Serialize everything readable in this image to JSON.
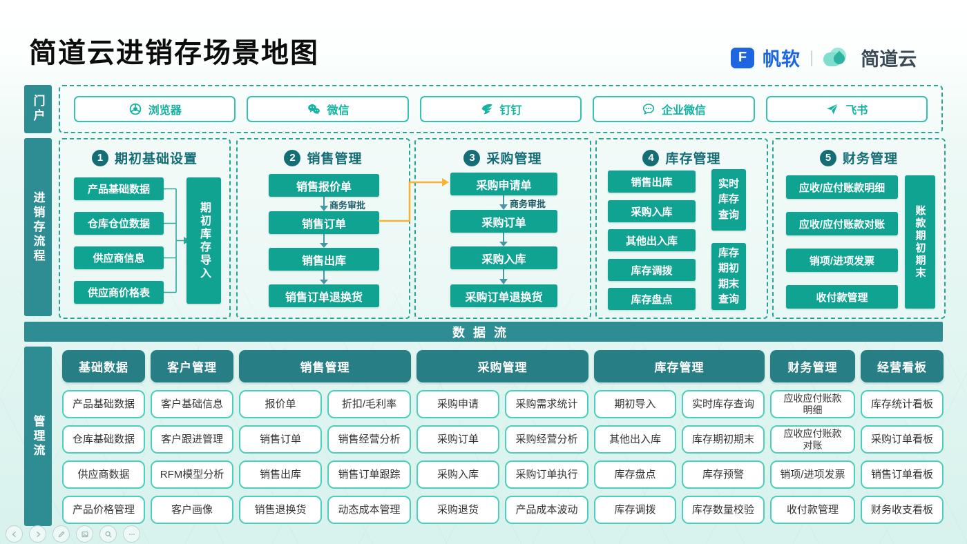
{
  "page": {
    "title": "简道云进销存场景地图"
  },
  "logos": {
    "fanruan_mark": "F",
    "fanruan": "帆软",
    "divider": "|",
    "jiandaoyun": "简道云"
  },
  "portal": {
    "sidebar": "门户",
    "items": [
      {
        "icon": "browser-icon",
        "label": "浏览器"
      },
      {
        "icon": "wechat-icon",
        "label": "微信"
      },
      {
        "icon": "dingtalk-icon",
        "label": "钉钉"
      },
      {
        "icon": "wework-icon",
        "label": "企业微信"
      },
      {
        "icon": "feishu-icon",
        "label": "飞书"
      }
    ]
  },
  "flow": {
    "sidebar": "进销存流程",
    "columns": [
      {
        "num": "1",
        "title": "期初基础设置",
        "boxes": [
          "产品基础数据",
          "仓库仓位数据",
          "供应商信息",
          "供应商价格表"
        ],
        "side": "期初库存导入"
      },
      {
        "num": "2",
        "title": "销售管理",
        "boxes": [
          "销售报价单",
          "销售订单",
          "销售出库",
          "销售订单退换货"
        ],
        "arrow_label": "商务审批"
      },
      {
        "num": "3",
        "title": "采购管理",
        "boxes": [
          "采购申请单",
          "采购订单",
          "采购入库",
          "采购订单退换货"
        ],
        "arrow_label": "商务审批"
      },
      {
        "num": "4",
        "title": "库存管理",
        "boxes": [
          "销售出库",
          "采购入库",
          "其他出入库",
          "库存调拨",
          "库存盘点"
        ],
        "side_top": "实时库存查询",
        "side_bottom": "库存期初期末查询"
      },
      {
        "num": "5",
        "title": "财务管理",
        "boxes": [
          "应收/应付账款明细",
          "应收/应付账款对账",
          "销项/进项发票",
          "收付款管理"
        ],
        "side": "账款期初期末"
      }
    ]
  },
  "dataflow": {
    "label": "数据流"
  },
  "management": {
    "sidebar": "管理流",
    "groups": [
      {
        "header": "基础数据",
        "columns": [
          [
            "产品基础数据",
            "仓库基础数据",
            "供应商数据",
            "产品价格管理"
          ]
        ]
      },
      {
        "header": "客户管理",
        "columns": [
          [
            "客户基础信息",
            "客户跟进管理",
            "RFM模型分析",
            "客户画像"
          ]
        ]
      },
      {
        "header": "销售管理",
        "columns": [
          [
            "报价单",
            "销售订单",
            "销售出库",
            "销售退换货"
          ],
          [
            "折扣/毛利率",
            "销售经营分析",
            "销售订单跟踪",
            "动态成本管理"
          ]
        ]
      },
      {
        "header": "采购管理",
        "columns": [
          [
            "采购申请",
            "采购订单",
            "采购入库",
            "采购退货"
          ],
          [
            "采购需求统计",
            "采购经营分析",
            "采购订单执行",
            "产品成本波动"
          ]
        ]
      },
      {
        "header": "库存管理",
        "columns": [
          [
            "期初导入",
            "其他出入库",
            "库存盘点",
            "库存调拨"
          ],
          [
            "实时库存查询",
            "库存期初期末",
            "库存预警",
            "库存数量校验"
          ]
        ]
      },
      {
        "header": "财务管理",
        "columns": [
          [
            "应收应付账款明细",
            "应收应付账款对账",
            "销项/进项发票",
            "收付款管理"
          ]
        ]
      },
      {
        "header": "经营看板",
        "columns": [
          [
            "库存统计看板",
            "采购订单看板",
            "销售订单看板",
            "财务收支看板"
          ]
        ]
      }
    ]
  },
  "toolbar": {
    "icons": [
      "back-icon",
      "forward-icon",
      "pen-icon",
      "image-icon",
      "zoom-icon",
      "more-icon"
    ]
  },
  "colors": {
    "box_teal": "#10A392",
    "bar_teal": "#2E8D92",
    "header_dark_teal": "#277E84",
    "dash_border": "#2AA396",
    "item_border": "#49CFBB",
    "accent_yellow": "#F9B234",
    "fanruan_blue": "#1E66E0",
    "title_black": "#0C0C0C"
  }
}
